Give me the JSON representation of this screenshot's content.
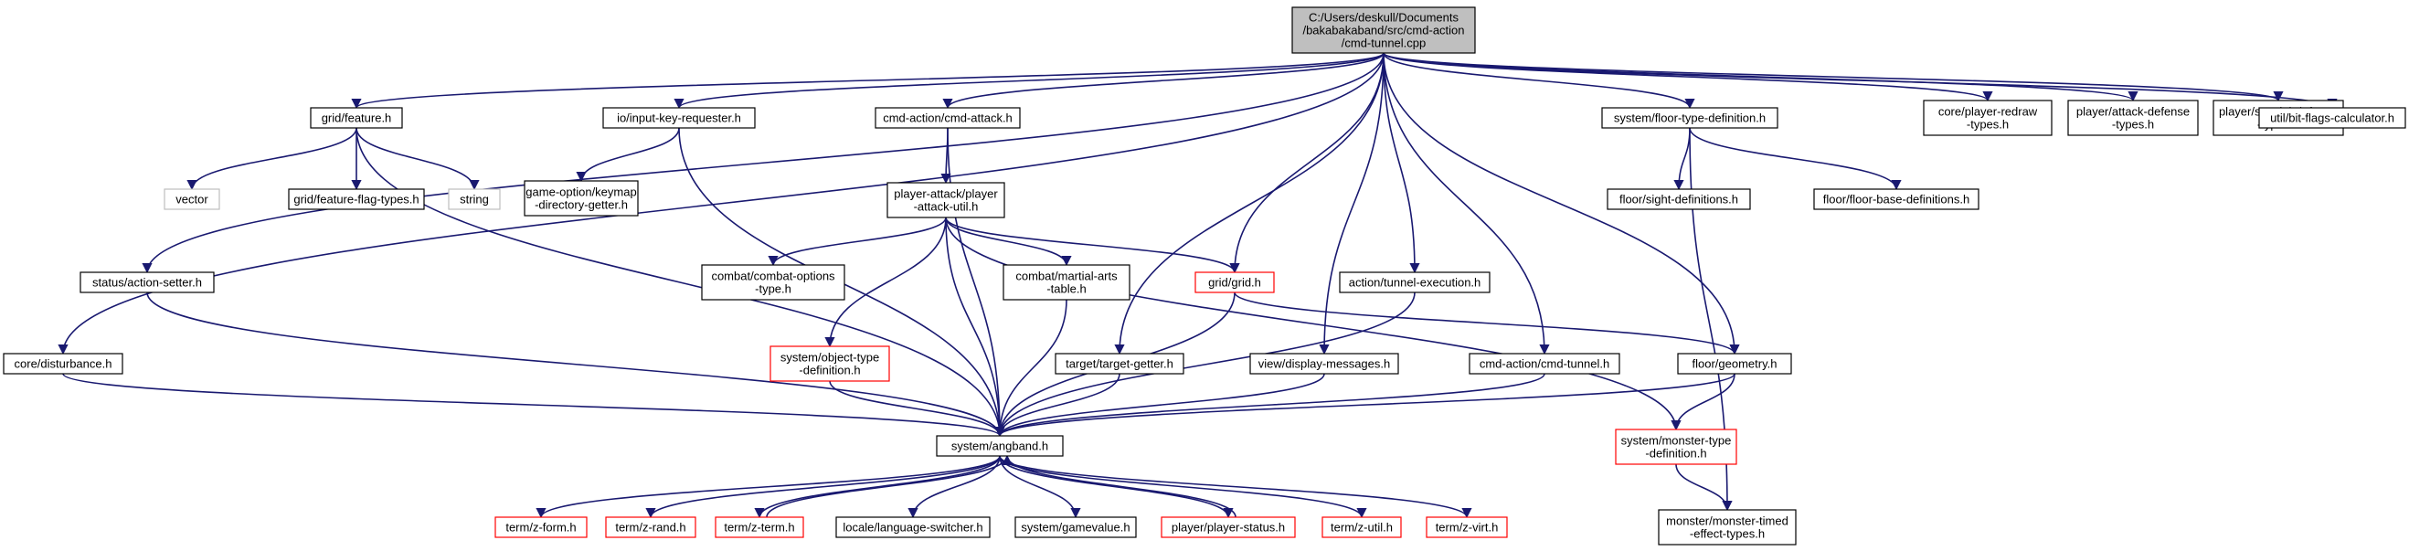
{
  "graph": {
    "edge_color": "#191970",
    "root_fill": "#bfbfbf",
    "missing_border_color": "#ff0000",
    "external_border_color": "#bfbfbf",
    "nodes": {
      "root": [
        "C:/Users/deskull/Documents",
        "/bakabakaband/src/cmd-action",
        "/cmd-tunnel.cpp"
      ],
      "grid_feature": [
        "grid/feature.h"
      ],
      "vector": [
        "vector"
      ],
      "grid_feature_flag_types": [
        "grid/feature-flag-types.h"
      ],
      "string": [
        "string"
      ],
      "io_input_key_requester": [
        "io/input-key-requester.h"
      ],
      "game_option_keymap": [
        "game-option/keymap",
        "-directory-getter.h"
      ],
      "cmd_attack": [
        "cmd-action/cmd-attack.h"
      ],
      "player_attack_util": [
        "player-attack/player",
        "-attack-util.h"
      ],
      "combat_options": [
        "combat/combat-options",
        "-type.h"
      ],
      "martial_arts": [
        "combat/martial-arts",
        "-table.h"
      ],
      "grid_grid": [
        "grid/grid.h"
      ],
      "object_type_def": [
        "system/object-type",
        "-definition.h"
      ],
      "status_action_setter": [
        "status/action-setter.h"
      ],
      "core_disturbance": [
        "core/disturbance.h"
      ],
      "target_getter": [
        "target/target-getter.h"
      ],
      "view_display_messages": [
        "view/display-messages.h"
      ],
      "tunnel_execution": [
        "action/tunnel-execution.h"
      ],
      "cmd_tunnel_h": [
        "cmd-action/cmd-tunnel.h"
      ],
      "floor_geometry": [
        "floor/geometry.h"
      ],
      "floor_type_def": [
        "system/floor-type-definition.h"
      ],
      "sight_defs": [
        "floor/sight-definitions.h"
      ],
      "floor_base_defs": [
        "floor/floor-base-definitions.h"
      ],
      "monster_type_def": [
        "system/monster-type",
        "-definition.h"
      ],
      "monster_timed_effect": [
        "monster/monster-timed",
        "-effect-types.h"
      ],
      "player_redraw": [
        "core/player-redraw",
        "-types.h"
      ],
      "attack_defense": [
        "player/attack-defense",
        "-types.h"
      ],
      "special_defense": [
        "player/special-defense",
        "-types.h"
      ],
      "bit_flags": [
        "util/bit-flags-calculator.h"
      ],
      "system_angband": [
        "system/angband.h"
      ],
      "z_form": [
        "term/z-form.h"
      ],
      "z_rand": [
        "term/z-rand.h"
      ],
      "z_term": [
        "term/z-term.h"
      ],
      "language_switcher": [
        "locale/language-switcher.h"
      ],
      "gamevalue": [
        "system/gamevalue.h"
      ],
      "player_status": [
        "player/player-status.h"
      ],
      "z_util": [
        "term/z-util.h"
      ],
      "z_virt": [
        "term/z-virt.h"
      ]
    }
  }
}
